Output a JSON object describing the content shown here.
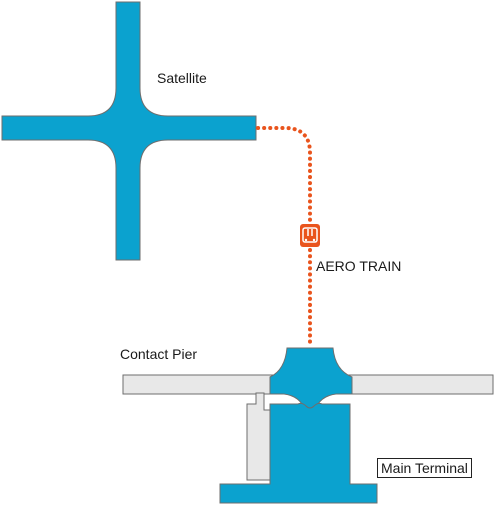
{
  "labels": {
    "satellite": "Satellite",
    "aero_train": "AERO TRAIN",
    "contact_pier": "Contact Pier",
    "main_terminal": "Main Terminal"
  },
  "colors": {
    "building_blue": "#0ba2cf",
    "pier_gray": "#e8e8e8",
    "outline": "#6e6e6e",
    "train_orange": "#e9541d"
  },
  "icons": {
    "train": "train-icon"
  }
}
